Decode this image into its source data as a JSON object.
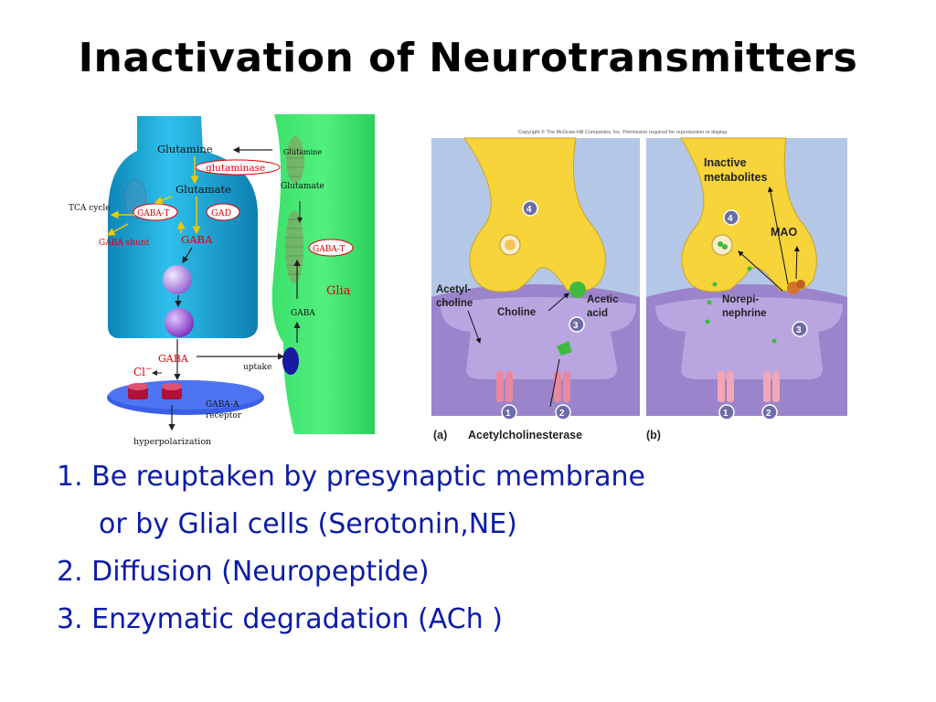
{
  "title": "Inactivation of Neurotransmitters",
  "left_figure": {
    "glutamine": "Glutamine",
    "glutaminase": "glutaminase",
    "glutamate": "Glutamate",
    "tca_cycle": "TCA cycle",
    "gaba_t": "GABA-T",
    "gad": "GAD",
    "gaba_shunt": "GABA shunt",
    "gaba": "GABA",
    "glia_glutamine": "Glutamine",
    "glia_glutamate": "Glutamate",
    "glia_gaba_t": "GABA-T",
    "glia": "Glia",
    "glia_gaba": "GABA",
    "cleft_gaba": "GABA",
    "cl": "Cl",
    "cl_sup": "−",
    "uptake": "uptake",
    "receptor_line1": "GABA-A",
    "receptor_line2": "receptor",
    "hyperpolarization": "hyperpolarization"
  },
  "right_figure": {
    "copyright": "Copyright © The McGraw-Hill Companies, Inc. Permission required for reproduction or display.",
    "inactive_line1": "Inactive",
    "inactive_line2": "metabolites",
    "mao": "MAO",
    "acetyl_line1": "Acetyl-",
    "acetyl_line2": "choline",
    "choline": "Choline",
    "acetic_line1": "Acetic",
    "acetic_line2": "acid",
    "norepi_line1": "Norepi-",
    "norepi_line2": "nephrine",
    "num1": "1",
    "num2": "2",
    "num3": "3",
    "num4": "4",
    "panel_a": "(a)",
    "panel_b": "(b)",
    "enzyme": "Acetylcholinesterase"
  },
  "bullets": [
    "1. Be reuptaken by presynaptic membrane",
    "or by Glial cells (Serotonin,NE)",
    "2. Diffusion (Neuropeptide)",
    "3. Enzymatic degradation (ACh )"
  ],
  "colors": {
    "title": "#000000",
    "bullet_text": "#0b1ba8",
    "neuron_blue": "#1aa6d6",
    "glia_green": "#33d966",
    "axon_yellow": "#f6d43a",
    "postsynaptic_purple": "#a394d6",
    "cleft_blue": "#aebfe0"
  }
}
